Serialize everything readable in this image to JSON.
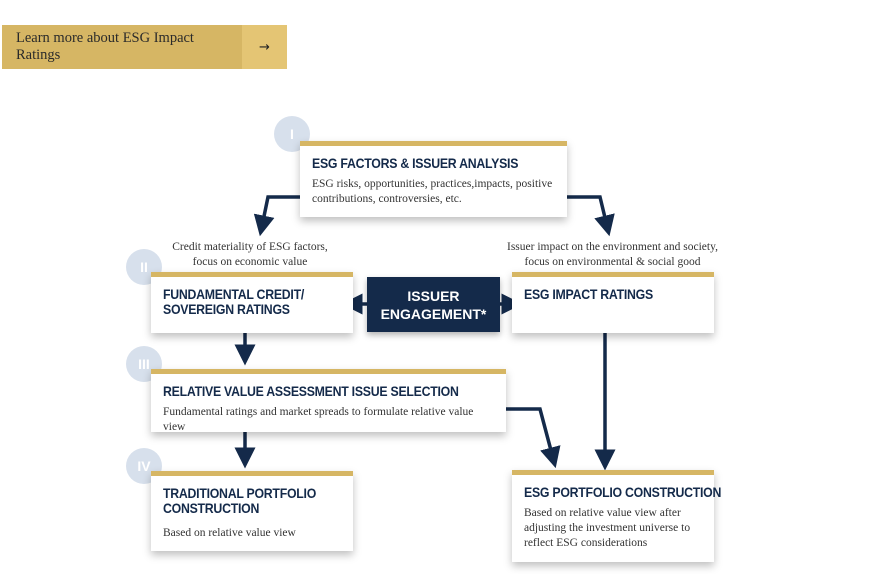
{
  "cta": {
    "label": "Learn more about ESG Impact Ratings",
    "arrow": "→"
  },
  "colors": {
    "navy": "#142a4a",
    "gold": "#d6b664",
    "circle": "#d7e0ec"
  },
  "steps": [
    {
      "numeral": "I",
      "title": "ESG FACTORS & ISSUER ANALYSIS",
      "desc": "ESG risks, opportunities, practices,impacts, positive contributions, controversies, etc."
    },
    {
      "numeral": "II",
      "title_line1": "FUNDAMENTAL CREDIT/",
      "title_line2": "SOVEREIGN RATINGS",
      "caption_line1": "Credit materiality of ESG factors,",
      "caption_line2": "focus on economic value"
    },
    {
      "numeral": "III",
      "title": "RELATIVE VALUE ASSESSMENT ISSUE SELECTION",
      "desc": "Fundamental ratings and market spreads to formulate relative value view"
    },
    {
      "numeral": "IV",
      "title_line1": "TRADITIONAL PORTFOLIO",
      "title_line2": "CONSTRUCTION",
      "desc": "Based on relative value view"
    }
  ],
  "impact": {
    "title": "ESG IMPACT RATINGS",
    "caption_line1": "Issuer impact on the environment and society,",
    "caption_line2": "focus on environmental & social good"
  },
  "engagement": {
    "line1": "ISSUER",
    "line2": "ENGAGEMENT*"
  },
  "esg_portfolio": {
    "title": "ESG PORTFOLIO CONSTRUCTION",
    "desc": "Based on relative value view after adjusting the investment universe to reflect ESG considerations"
  }
}
